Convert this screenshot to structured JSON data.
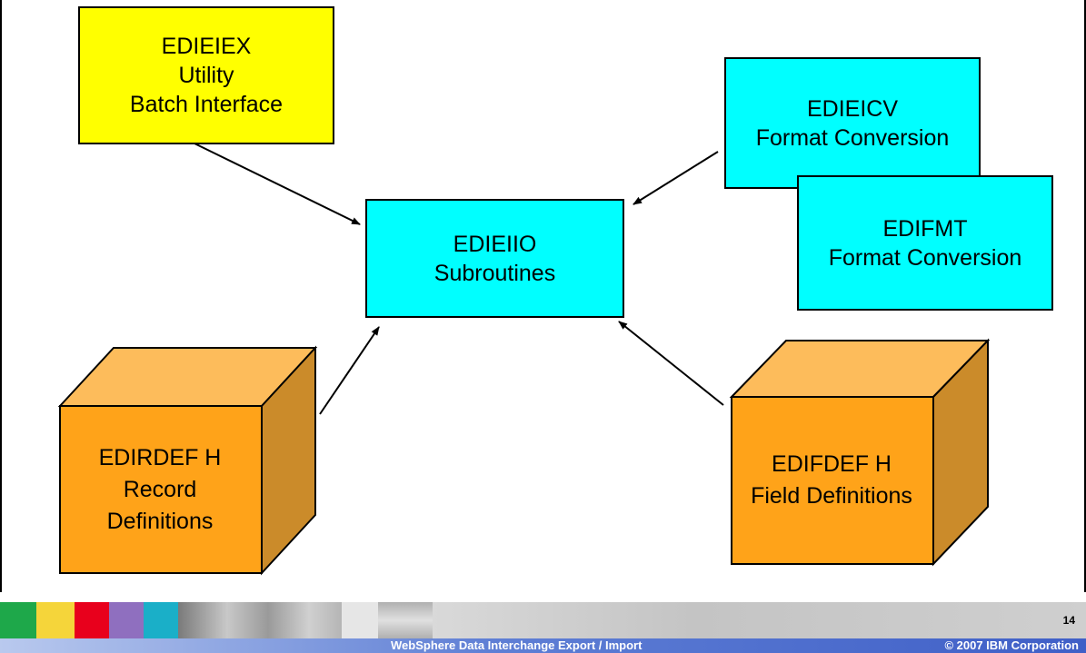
{
  "diagram": {
    "nodes": [
      {
        "id": "edieiex",
        "lines": [
          "EDIEIEX",
          "Utility",
          "Batch Interface"
        ],
        "color": "#ffff00"
      },
      {
        "id": "edieiio",
        "lines": [
          "EDIEIIO",
          "Subroutines"
        ],
        "color": "#00ffff"
      },
      {
        "id": "edieicv",
        "lines": [
          "EDIEICV",
          "Format Conversion"
        ],
        "color": "#00ffff"
      },
      {
        "id": "edifmt",
        "lines": [
          "EDIFMT",
          "Format Conversion"
        ],
        "color": "#00ffff"
      },
      {
        "id": "edirdef",
        "lines": [
          "EDIRDEF H",
          "Record",
          "Definitions"
        ],
        "color": "#ffa319"
      },
      {
        "id": "edifdef",
        "lines": [
          "EDIFDEF H",
          "Field Definitions"
        ],
        "color": "#ffa319"
      }
    ],
    "edges": [
      {
        "from": "edieiex",
        "to": "edieiio"
      },
      {
        "from": "edieicv",
        "to": "edieiio"
      },
      {
        "from": "edirdef",
        "to": "edieiio"
      },
      {
        "from": "edifdef",
        "to": "edieiio"
      }
    ]
  },
  "footer": {
    "title": "WebSphere Data Interchange Export / Import",
    "copyright": "© 2007 IBM Corporation",
    "page_number": "14",
    "strip_colors": [
      "#1ea84a",
      "#f5d53a",
      "#e8001c",
      "#8f6fbf",
      "#1aafc8"
    ]
  }
}
